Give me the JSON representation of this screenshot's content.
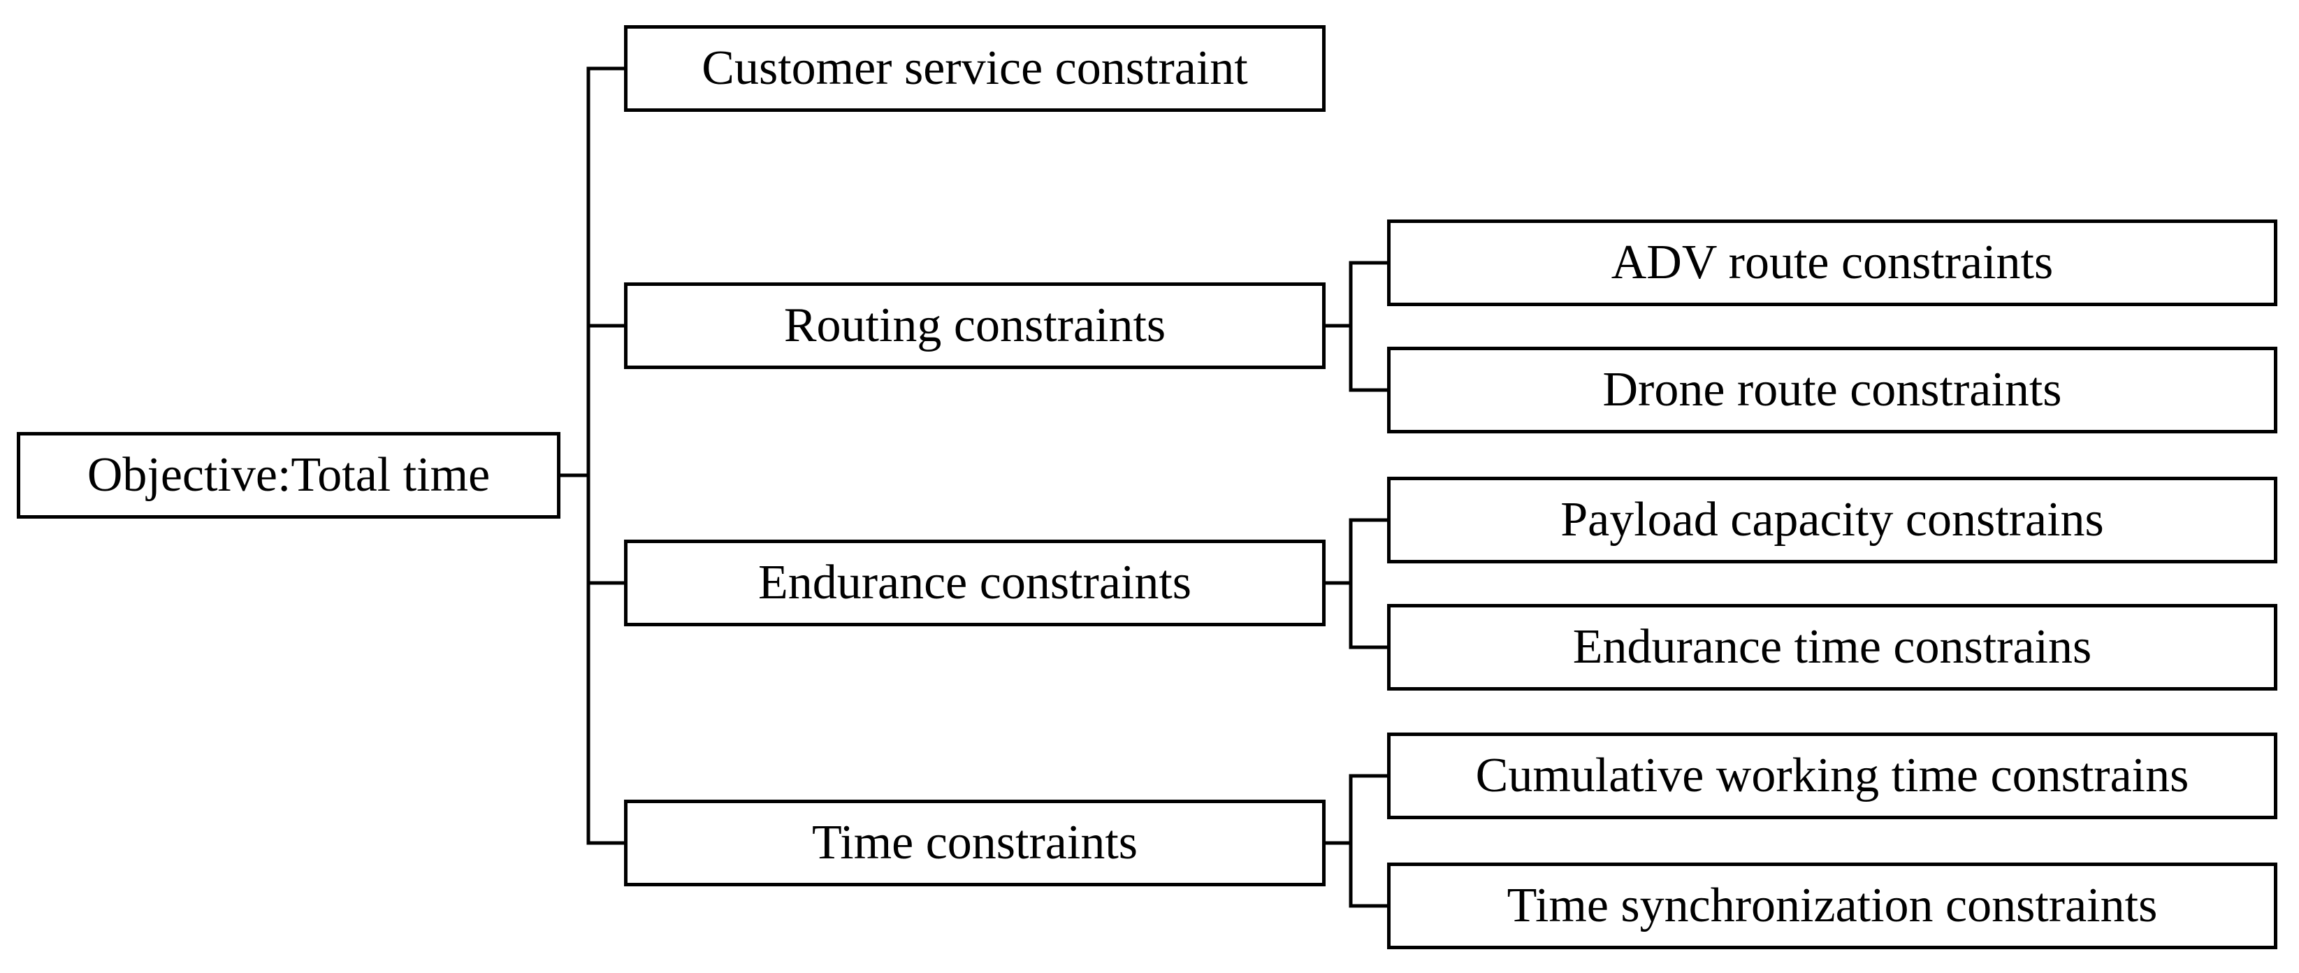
{
  "root": {
    "label": "Objective:Total time"
  },
  "level1": [
    {
      "label": "Customer service constraint"
    },
    {
      "label": "Routing constraints"
    },
    {
      "label": "Endurance constraints"
    },
    {
      "label": "Time constraints"
    }
  ],
  "level2": {
    "routing": [
      {
        "label": "ADV route constraints"
      },
      {
        "label": "Drone route constraints"
      }
    ],
    "endurance": [
      {
        "label": "Payload capacity constrains"
      },
      {
        "label": "Endurance time constrains"
      }
    ],
    "time": [
      {
        "label": "Cumulative working time constrains"
      },
      {
        "label": "Time synchronization constraints"
      }
    ]
  },
  "colors": {
    "line": "#000000",
    "background": "#ffffff"
  }
}
